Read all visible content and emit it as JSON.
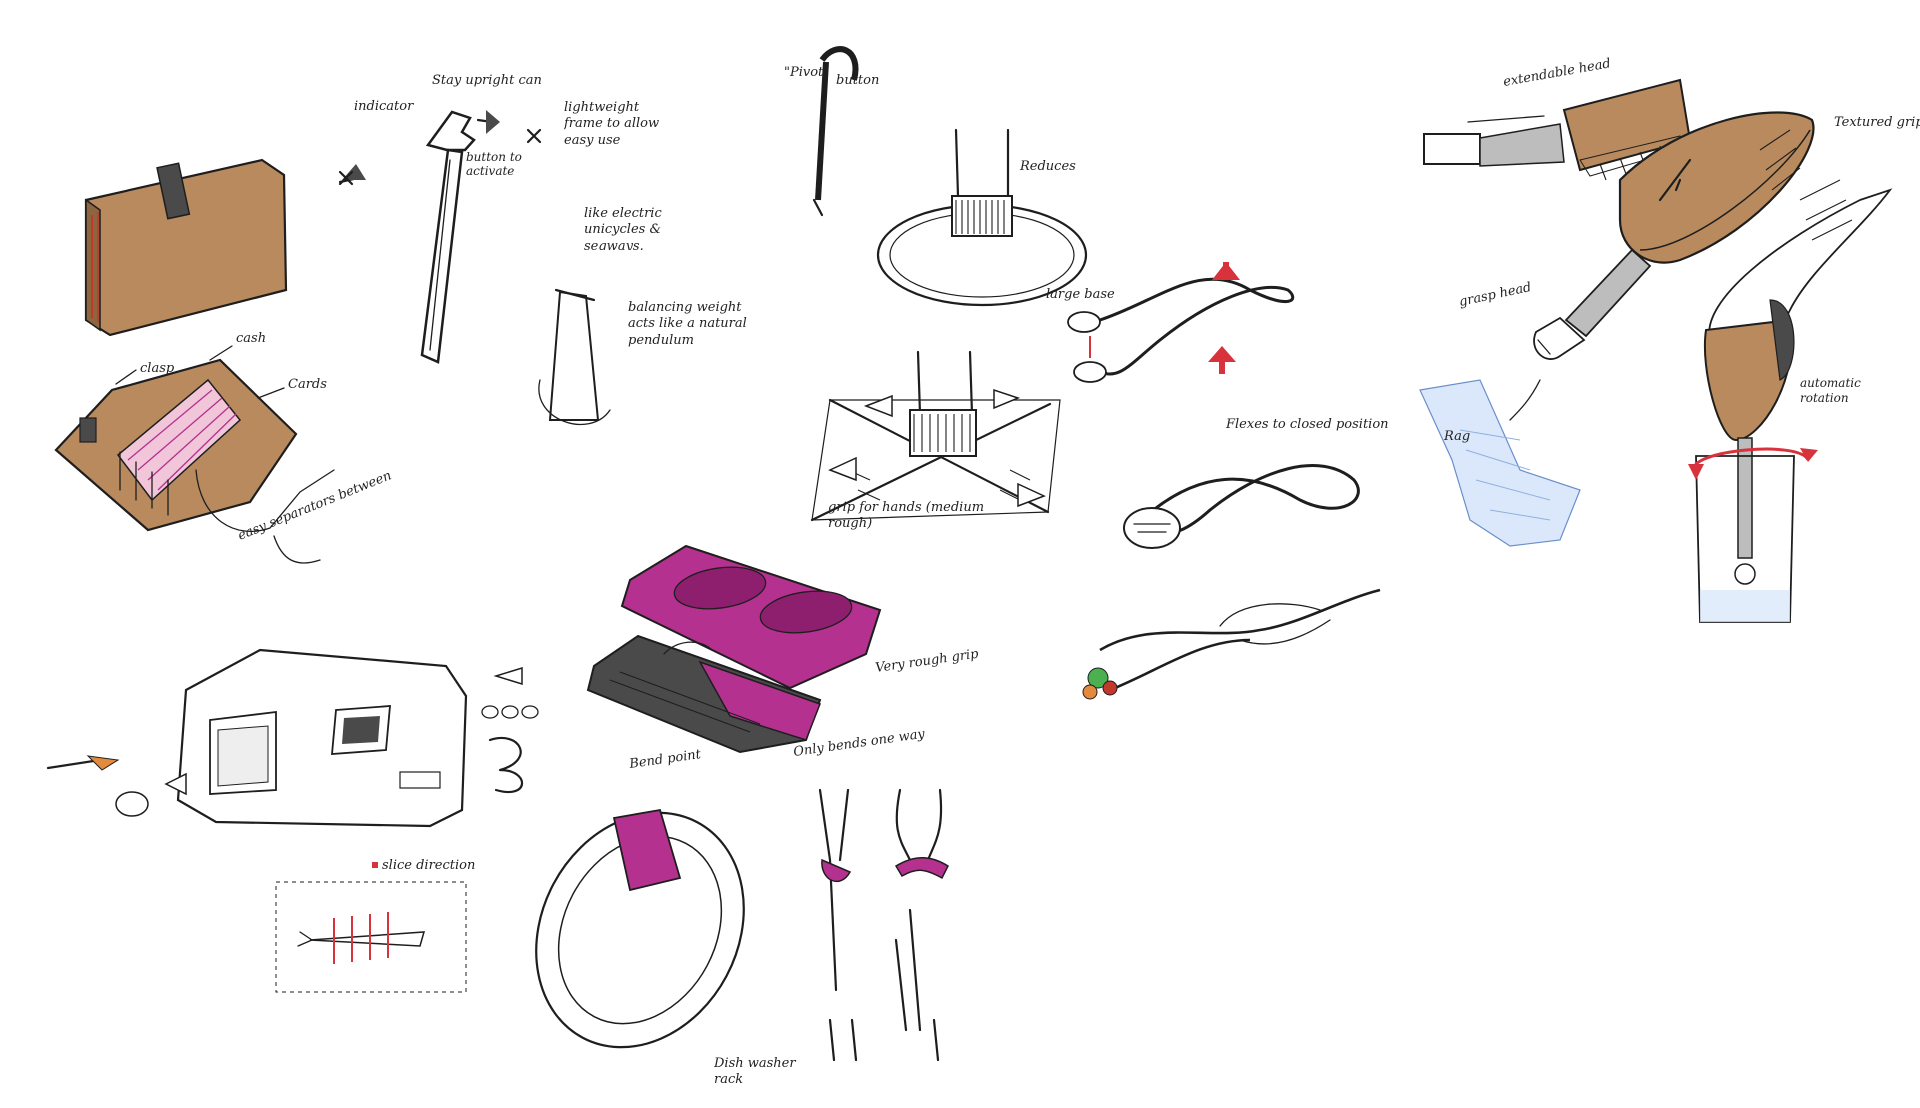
{
  "colors": {
    "ink": "#1e1e1e",
    "paper": "#ffffff",
    "leather": "#b98a5e",
    "leather_dark": "#8d6540",
    "magenta": "#b5318f",
    "magenta_dark": "#8e1f6f",
    "arrow_red": "#d8323c",
    "grey": "#bdbdbd",
    "dark_grey": "#4a4a4a"
  },
  "labels": {
    "wallet_clasp": "clasp",
    "wallet_cash": "cash",
    "wallet_cards": "Cards",
    "wallet_separators": "easy separators between",
    "cane_indicator": "indicator",
    "cane_stay_upright": "Stay upright can",
    "cane_lightweight": "lightweight frame to allow easy use",
    "cane_button": "button to activate",
    "cane_like": "like electric unicycles & segways.",
    "cane_balancing": "balancing weight acts like a natural pendulum",
    "cane_pivot": "\"Pivot\"",
    "cane_button_small": "button",
    "base_reduces": "Reduces",
    "base_grip": "grip for hands (medium rough)",
    "mat_very_rough": "Very rough grip",
    "mat_bend_point": "Bend point",
    "mat_bends_one_way": "Only bends one way",
    "dish_rack": "Dish washer rack",
    "tongs_large_base": "large base",
    "tongs_closed": "Flexes to closed position",
    "slicer_direction": "slice direction",
    "head_extendable": "extendable head",
    "head_textured": "Textured grip",
    "head_grasp": "grasp head",
    "head_rag": "Rag",
    "head_rotation": "automatic rotation"
  },
  "icons": {
    "wallet": "wallet-icon",
    "cane": "cane-icon",
    "slicer": "food-slicer-icon",
    "plate": "plate-icon",
    "tongs": "tongs-icon",
    "cleaner": "extendable-cleaner-icon"
  }
}
